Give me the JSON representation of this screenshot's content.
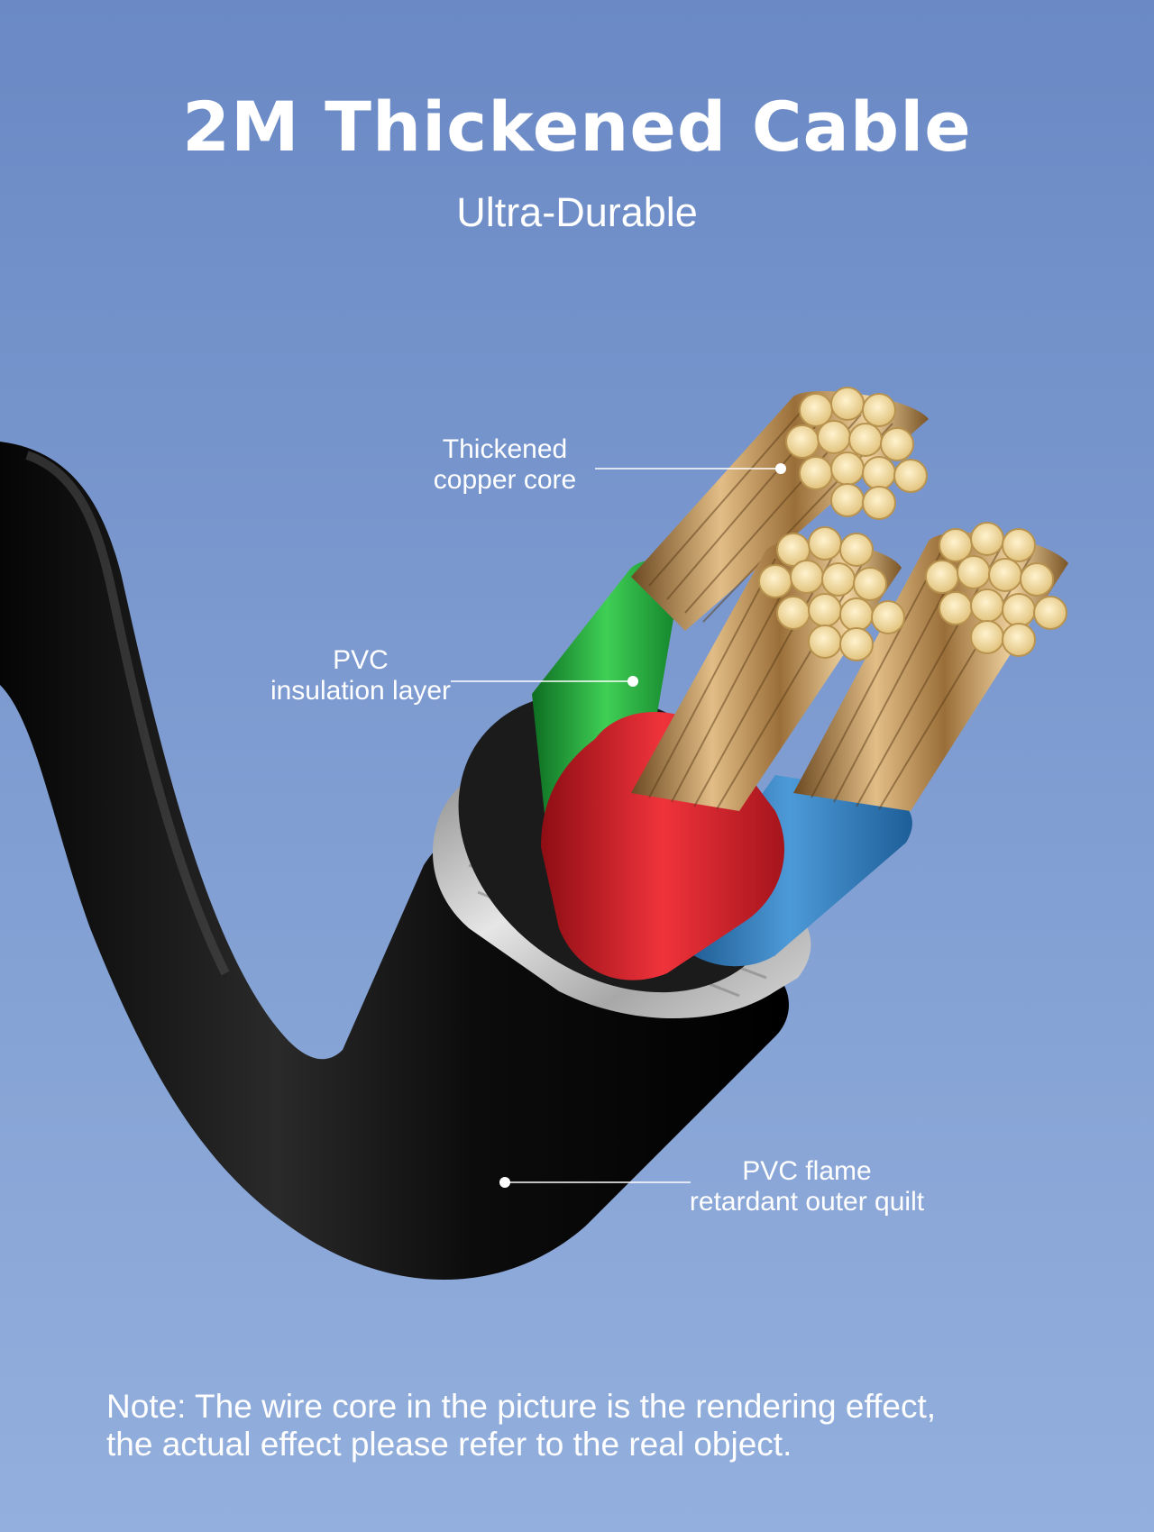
{
  "header": {
    "title": "2M Thickened Cable",
    "subtitle": "Ultra-Durable"
  },
  "callouts": {
    "copper_core": {
      "line1": "Thickened",
      "line2": "copper core"
    },
    "pvc_insulation": {
      "line1": "PVC",
      "line2": "insulation layer"
    },
    "outer_quilt": {
      "line1": "PVC flame",
      "line2": "retardant outer quilt"
    }
  },
  "note": {
    "line1": "Note: The wire core in the picture is the rendering effect,",
    "line2": "the actual effect please refer to the real object."
  },
  "colors": {
    "background_top": "#6a89c5",
    "background_bottom": "#93afdd",
    "cable_jacket": "#111111",
    "wire_green": "#1fa33a",
    "wire_red": "#d6202a",
    "wire_blue": "#2d78b8",
    "copper": "#c8a068"
  }
}
